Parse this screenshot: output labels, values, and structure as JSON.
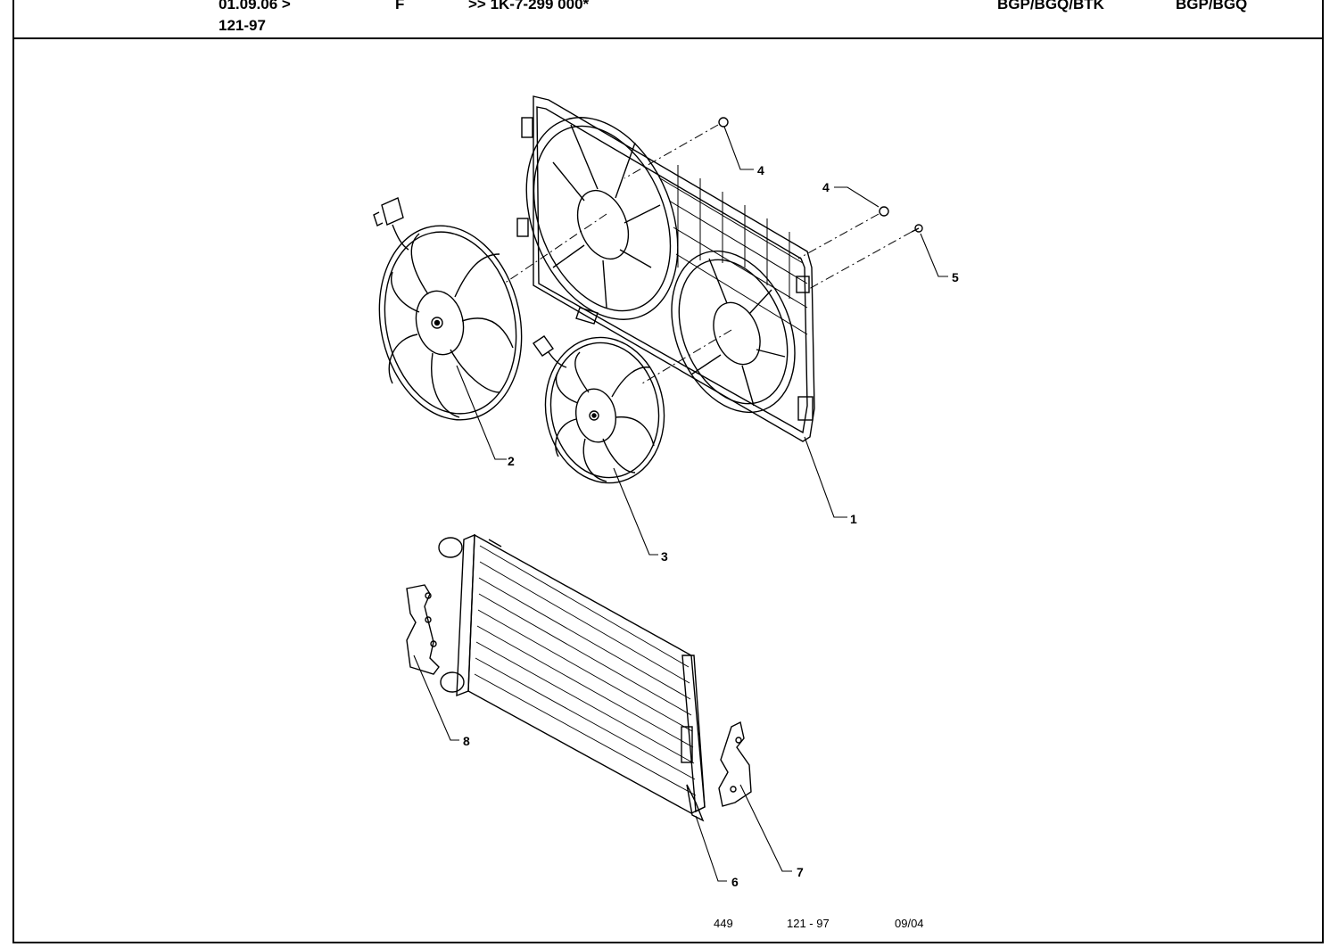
{
  "header": {
    "date_range": "01.09.06 >",
    "ref": "121-97",
    "code": "F",
    "serial": ">> 1K-7-299 000*",
    "engine_codes_1": "BGP/BGQ/BTK",
    "engine_codes_2": "BGP/BGQ"
  },
  "callouts": [
    "1",
    "2",
    "3",
    "4",
    "4",
    "5",
    "6",
    "7",
    "8"
  ],
  "footer": {
    "page": "449",
    "ref": "121 - 97",
    "date": "09/04"
  }
}
